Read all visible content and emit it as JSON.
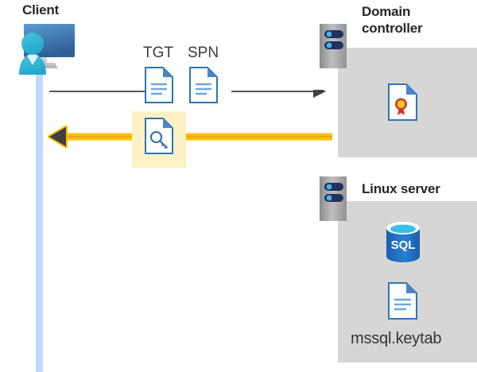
{
  "diagram": {
    "title_client": "Client",
    "title_domain_controller": "Domain controller",
    "title_linux_server": "Linux server",
    "labels": {
      "tgt": "TGT",
      "spn": "SPN",
      "keytab_filename": "mssql.keytab"
    },
    "icons": {
      "client": "user-workstation-icon",
      "domain_controller_server": "server-icon",
      "linux_server": "server-icon",
      "tgt_document": "document-icon",
      "spn_document": "document-icon",
      "kerberos_ticket": "key-document-icon",
      "certificate": "certificate-document-icon",
      "sql_database": "sql-database-icon",
      "keytab_document": "document-icon"
    },
    "flows": [
      {
        "name": "request",
        "direction": "client-to-domain-controller",
        "style": "thin-gray-arrow",
        "color": "#595959",
        "carries": [
          "TGT",
          "SPN"
        ]
      },
      {
        "name": "response",
        "direction": "domain-controller-to-client",
        "style": "thick-yellow-arrow",
        "color": "#ffc000",
        "carries": [
          "service-ticket"
        ],
        "highlighted": true,
        "highlight_color": "#fdf1c4"
      }
    ],
    "colors": {
      "panel_gray": "#d6d6d6",
      "lifeline_blue": "#bed9fb",
      "doc_blue": "#4a86c8",
      "arrow_yellow": "#ffc000",
      "arrow_gray": "#595959",
      "title_text": "#262626",
      "sql_blue": "#1f6fc4",
      "cert_gold": "#ffc926",
      "cert_red": "#d8322a",
      "server_navy": "#1f3260",
      "server_cyan": "#41b6e6"
    }
  }
}
